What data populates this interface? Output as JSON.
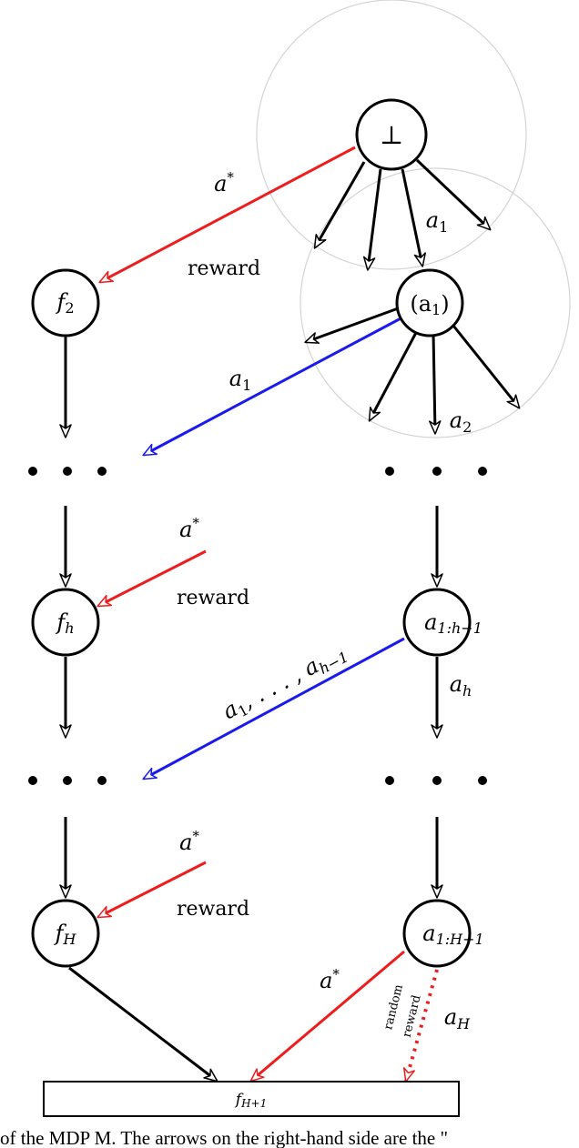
{
  "colors": {
    "red": "#ee1c1c",
    "blue": "#1a1aee",
    "black": "#000000",
    "ghost_circle": "#d4d4d4"
  },
  "nodes": {
    "root": "⊥",
    "f2": "f",
    "f2_sub": "2",
    "a1_node": "(a",
    "a1_node_sub": "1",
    "a1_node_close": ")",
    "fh": "f",
    "fh_sub": "h",
    "a_1h1": "a",
    "a_1h1_sub": "1:h−1",
    "fH": "f",
    "fH_sub": "H",
    "a_1H1": "a",
    "a_1H1_sub": "1:H−1",
    "fH1": "f",
    "fH1_sub": "H+1"
  },
  "labels": {
    "a_star": "a",
    "a_star_sup": "*",
    "reward": "reward",
    "a1": "a",
    "a1_sub": "1",
    "a2": "a",
    "a2_sub": "2",
    "ah": "a",
    "ah_sub": "h",
    "aH": "a",
    "aH_sub": "H",
    "seq": "a",
    "seq_sub1": "1",
    "seq_mid": ", . . . , a",
    "seq_sub2": "h−1",
    "random": "random",
    "random_reward": "reward"
  },
  "caption": "of the MDP M. The arrows on the right-hand side are the \""
}
